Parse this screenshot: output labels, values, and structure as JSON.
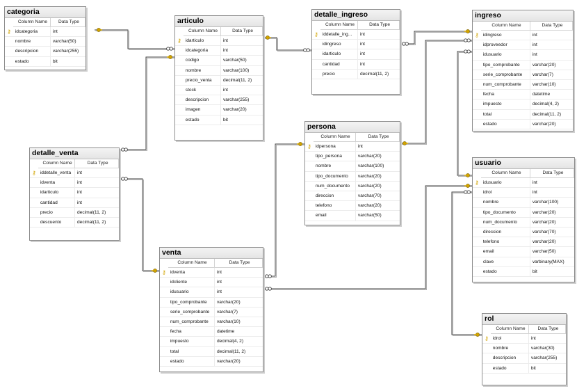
{
  "diagram": {
    "header_column_name": "Column Name",
    "header_data_type": "Data Type",
    "key_glyph": "⚷",
    "colors": {
      "key": "#d2a400",
      "line": "#404040",
      "border": "#8c8c8c"
    },
    "tables": [
      {
        "id": "categoria",
        "name": "categoria",
        "columns": [
          {
            "name": "idcategoria",
            "type": "int",
            "pk": true
          },
          {
            "name": "nombre",
            "type": "varchar(50)"
          },
          {
            "name": "descripcion",
            "type": "varchar(255)"
          },
          {
            "name": "estado",
            "type": "bit"
          }
        ]
      },
      {
        "id": "articulo",
        "name": "articulo",
        "columns": [
          {
            "name": "idarticulo",
            "type": "int",
            "pk": true
          },
          {
            "name": "idcategoria",
            "type": "int"
          },
          {
            "name": "codigo",
            "type": "varchar(50)"
          },
          {
            "name": "nombre",
            "type": "varchar(100)"
          },
          {
            "name": "precio_venta",
            "type": "decimal(11, 2)"
          },
          {
            "name": "stock",
            "type": "int"
          },
          {
            "name": "descripcion",
            "type": "varchar(255)"
          },
          {
            "name": "imagen",
            "type": "varchar(20)"
          },
          {
            "name": "estado",
            "type": "bit"
          }
        ]
      },
      {
        "id": "detalle_ingreso",
        "name": "detalle_ingreso",
        "columns": [
          {
            "name": "iddetalle_ing...",
            "type": "int",
            "pk": true
          },
          {
            "name": "idingreso",
            "type": "int"
          },
          {
            "name": "idarticulo",
            "type": "int"
          },
          {
            "name": "cantidad",
            "type": "int"
          },
          {
            "name": "precio",
            "type": "decimal(11, 2)"
          }
        ]
      },
      {
        "id": "ingreso",
        "name": "ingreso",
        "columns": [
          {
            "name": "idingreso",
            "type": "int",
            "pk": true
          },
          {
            "name": "idproveedor",
            "type": "int"
          },
          {
            "name": "idusuario",
            "type": "int"
          },
          {
            "name": "tipo_comprobante",
            "type": "varchar(20)"
          },
          {
            "name": "serie_comprobante",
            "type": "varchar(7)"
          },
          {
            "name": "num_comprobante",
            "type": "varchar(10)"
          },
          {
            "name": "fecha",
            "type": "datetime"
          },
          {
            "name": "impuesto",
            "type": "decimal(4, 2)"
          },
          {
            "name": "total",
            "type": "decimal(11, 2)"
          },
          {
            "name": "estado",
            "type": "varchar(20)"
          }
        ]
      },
      {
        "id": "persona",
        "name": "persona",
        "columns": [
          {
            "name": "idpersona",
            "type": "int",
            "pk": true
          },
          {
            "name": "tipo_persona",
            "type": "varchar(20)"
          },
          {
            "name": "nombre",
            "type": "varchar(100)"
          },
          {
            "name": "tipo_documento",
            "type": "varchar(20)"
          },
          {
            "name": "num_documento",
            "type": "varchar(20)"
          },
          {
            "name": "direccion",
            "type": "varchar(70)"
          },
          {
            "name": "telefono",
            "type": "varchar(20)"
          },
          {
            "name": "email",
            "type": "varchar(50)"
          }
        ]
      },
      {
        "id": "detalle_venta",
        "name": "detalle_venta",
        "columns": [
          {
            "name": "iddetalle_venta",
            "type": "int",
            "pk": true
          },
          {
            "name": "idventa",
            "type": "int"
          },
          {
            "name": "idarticulo",
            "type": "int"
          },
          {
            "name": "cantidad",
            "type": "int"
          },
          {
            "name": "precio",
            "type": "decimal(11, 2)"
          },
          {
            "name": "descuento",
            "type": "decimal(11, 2)"
          }
        ]
      },
      {
        "id": "usuario",
        "name": "usuario",
        "columns": [
          {
            "name": "idusuario",
            "type": "int",
            "pk": true
          },
          {
            "name": "idrol",
            "type": "int"
          },
          {
            "name": "nombre",
            "type": "varchar(100)"
          },
          {
            "name": "tipo_documento",
            "type": "varchar(20)"
          },
          {
            "name": "num_documento",
            "type": "varchar(20)"
          },
          {
            "name": "direccion",
            "type": "varchar(70)"
          },
          {
            "name": "telefono",
            "type": "varchar(20)"
          },
          {
            "name": "email",
            "type": "varchar(50)"
          },
          {
            "name": "clave",
            "type": "varbinary(MAX)"
          },
          {
            "name": "estado",
            "type": "bit"
          }
        ]
      },
      {
        "id": "venta",
        "name": "venta",
        "columns": [
          {
            "name": "idventa",
            "type": "int",
            "pk": true
          },
          {
            "name": "idcliente",
            "type": "int"
          },
          {
            "name": "idusuario",
            "type": "int"
          },
          {
            "name": "tipo_comprobante",
            "type": "varchar(20)"
          },
          {
            "name": "serie_comprobante",
            "type": "varchar(7)"
          },
          {
            "name": "num_comprobante",
            "type": "varchar(10)"
          },
          {
            "name": "fecha",
            "type": "datetime"
          },
          {
            "name": "impuesto",
            "type": "decimal(4, 2)"
          },
          {
            "name": "total",
            "type": "decimal(11, 2)"
          },
          {
            "name": "estado",
            "type": "varchar(20)"
          }
        ]
      },
      {
        "id": "rol",
        "name": "rol",
        "columns": [
          {
            "name": "idrol",
            "type": "int",
            "pk": true
          },
          {
            "name": "nombre",
            "type": "varchar(30)"
          },
          {
            "name": "descripcion",
            "type": "varchar(255)"
          },
          {
            "name": "estado",
            "type": "bit"
          }
        ]
      }
    ],
    "relationships": [
      {
        "from": "articulo",
        "to": "categoria"
      },
      {
        "from": "detalle_ingreso",
        "to": "articulo"
      },
      {
        "from": "detalle_ingreso",
        "to": "ingreso"
      },
      {
        "from": "detalle_venta",
        "to": "articulo"
      },
      {
        "from": "detalle_venta",
        "to": "venta"
      },
      {
        "from": "ingreso",
        "to": "persona"
      },
      {
        "from": "ingreso",
        "to": "usuario"
      },
      {
        "from": "venta",
        "to": "persona"
      },
      {
        "from": "venta",
        "to": "usuario"
      },
      {
        "from": "usuario",
        "to": "rol"
      }
    ]
  }
}
